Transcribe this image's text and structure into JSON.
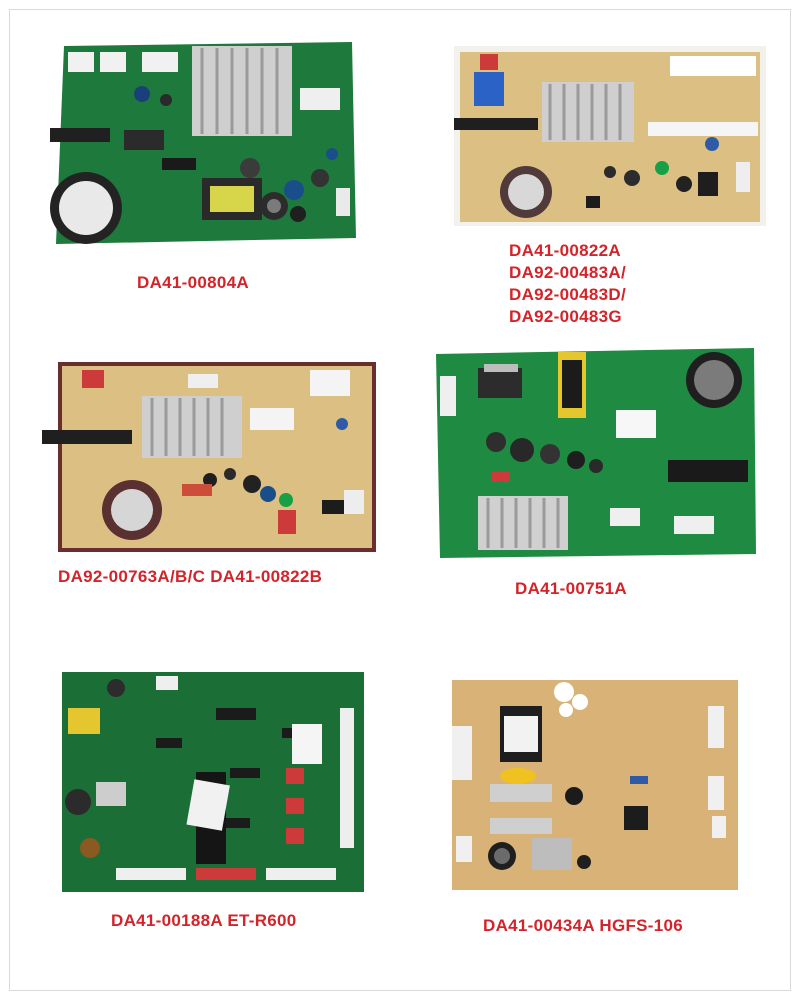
{
  "products": [
    {
      "caption_lines": [
        "DA41-00804A"
      ]
    },
    {
      "caption_lines": [
        "DA41-00822A",
        "DA92-00483A/",
        "DA92-00483D/",
        "DA92-00483G"
      ]
    },
    {
      "caption_lines": [
        "DA92-00763A/B/C DA41-00822B"
      ]
    },
    {
      "caption_lines": [
        "DA41-00751A"
      ]
    },
    {
      "caption_lines": [
        "DA41-00188A ET-R600"
      ]
    },
    {
      "caption_lines": [
        "DA41-00434A HGFS-106"
      ]
    }
  ],
  "colors": {
    "caption": "#d2242a",
    "pcb_green": "#1f7a3a",
    "pcb_tan": "#d9b77a",
    "heatsink": "#c8c8c8"
  }
}
